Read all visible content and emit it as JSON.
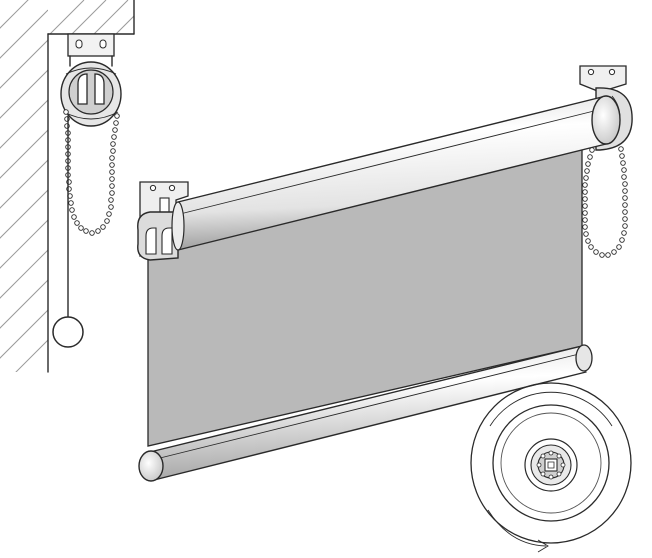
{
  "diagram": {
    "kind": "roller-blind-assembly",
    "colors": {
      "fabric": "#b9b9b9",
      "line": "#2a2a2a",
      "hatch": "#9a9a9a",
      "metal_light": "#f4f4f4",
      "metal_dark": "#bdbdbd"
    },
    "parts": [
      "wall",
      "ceiling",
      "side-bracket",
      "chain-control-unit",
      "bead-chain",
      "chain-weight",
      "roller-tube",
      "end-brackets",
      "blind-fabric",
      "bottom-bar",
      "tube-end-cross-section",
      "rotation-arrow"
    ]
  }
}
